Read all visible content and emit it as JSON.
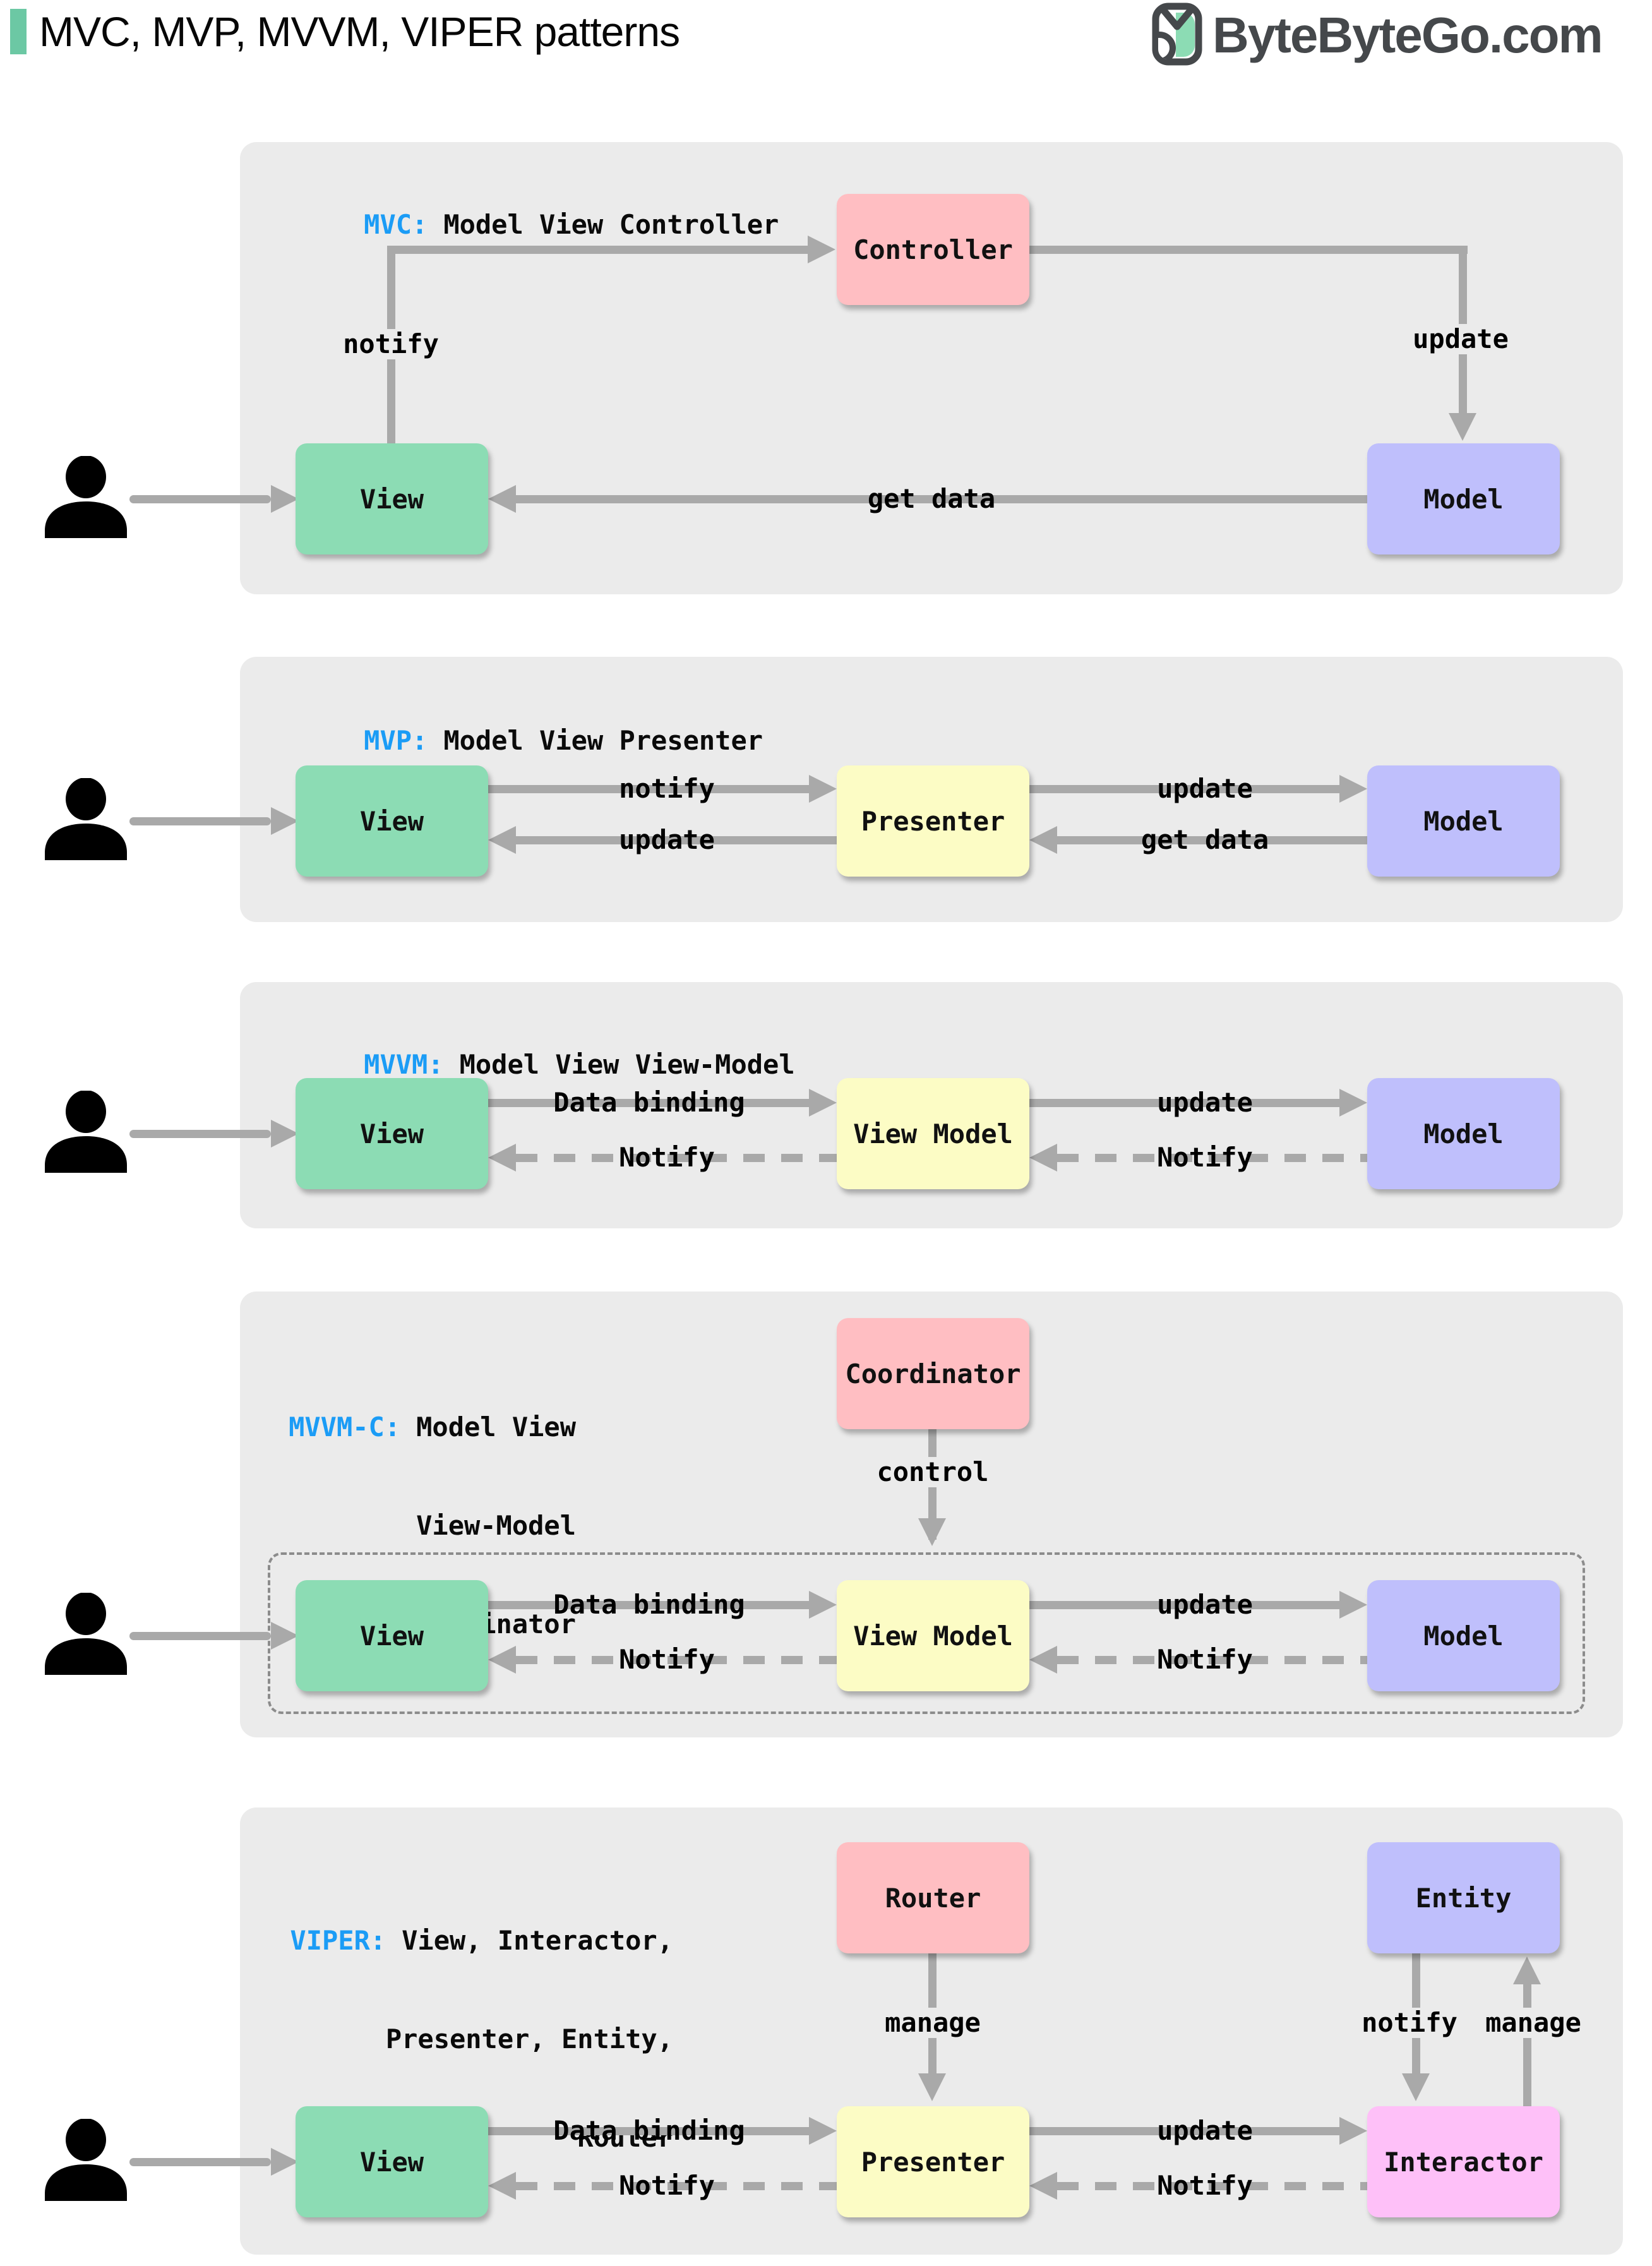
{
  "header": {
    "title": "MVC, MVP, MVVM, VIPER patterns",
    "logo_text": "ByteByteGo.com"
  },
  "colors": {
    "accent_green": "#6cc8a4",
    "abbr_blue": "#1b9cf6",
    "panel_bg": "#ebebeb",
    "arrow_gray": "#a9a9a9",
    "box_green": "#8cdcb4",
    "box_pink": "#ffbec2",
    "box_purple": "#bfbffc",
    "box_yellow": "#fcfcc5",
    "box_magenta": "#fec0f8",
    "logo_gray": "#45484b"
  },
  "icons": {
    "person": "user-silhouette-icon",
    "logo": "bytebytego-logo-icon"
  },
  "panels": {
    "mvc": {
      "abbr": "MVC:",
      "name": "Model View Controller",
      "boxes": {
        "controller": "Controller",
        "view": "View",
        "model": "Model"
      },
      "labels": {
        "notify": "notify",
        "update": "update",
        "get_data": "get data"
      }
    },
    "mvp": {
      "abbr": "MVP:",
      "name": "Model View Presenter",
      "boxes": {
        "view": "View",
        "presenter": "Presenter",
        "model": "Model"
      },
      "labels": {
        "notify": "notify",
        "update_to_view": "update",
        "update_to_model": "update",
        "get_data": "get data"
      }
    },
    "mvvm": {
      "abbr": "MVVM:",
      "name": "Model View View-Model",
      "boxes": {
        "view": "View",
        "view_model": "View Model",
        "model": "Model"
      },
      "labels": {
        "data_binding": "Data binding",
        "notify_to_view": "Notify",
        "update": "update",
        "notify_to_view_model": "Notify"
      }
    },
    "mvvmc": {
      "abbr": "MVVM-C:",
      "name_lines": [
        "Model View",
        "View-Model",
        "Coordinator"
      ],
      "boxes": {
        "coordinator": "Coordinator",
        "view": "View",
        "view_model": "View Model",
        "model": "Model"
      },
      "labels": {
        "control": "control",
        "data_binding": "Data binding",
        "notify_to_view": "Notify",
        "update": "update",
        "notify_to_view_model": "Notify"
      }
    },
    "viper": {
      "abbr": "VIPER:",
      "name_lines": [
        "View, Interactor,",
        "Presenter, Entity,",
        "Router"
      ],
      "boxes": {
        "router": "Router",
        "entity": "Entity",
        "view": "View",
        "presenter": "Presenter",
        "interactor": "Interactor"
      },
      "labels": {
        "manage_router": "manage",
        "notify_entity": "notify",
        "manage_entity": "manage",
        "data_binding": "Data binding",
        "notify_to_view": "Notify",
        "update": "update",
        "notify_to_presenter": "Notify"
      }
    }
  }
}
